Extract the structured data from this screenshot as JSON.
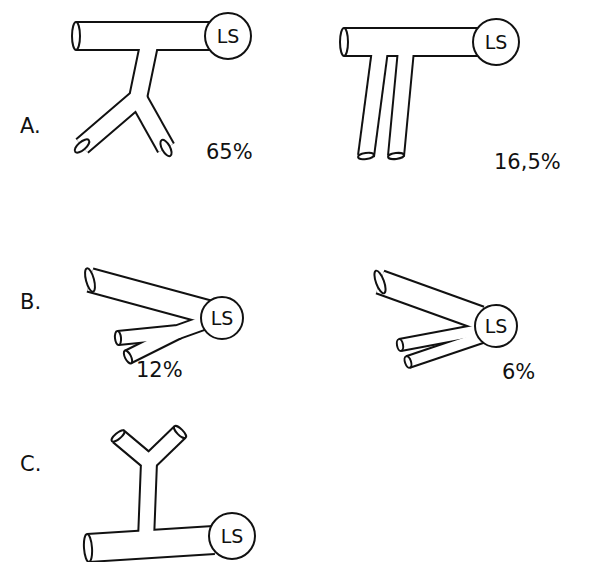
{
  "diagram": {
    "nodes": [
      {
        "text": [
          "LS"
        ]
      },
      {
        "text": [
          "LS"
        ]
      },
      {
        "text": [
          "LS"
        ]
      },
      {
        "text": [
          "LS"
        ]
      },
      {
        "text": [
          "LS"
        ]
      }
    ],
    "labels": [
      "A.",
      "65%",
      "16,5%",
      "B.",
      "12%",
      "6%",
      "C."
    ]
  }
}
